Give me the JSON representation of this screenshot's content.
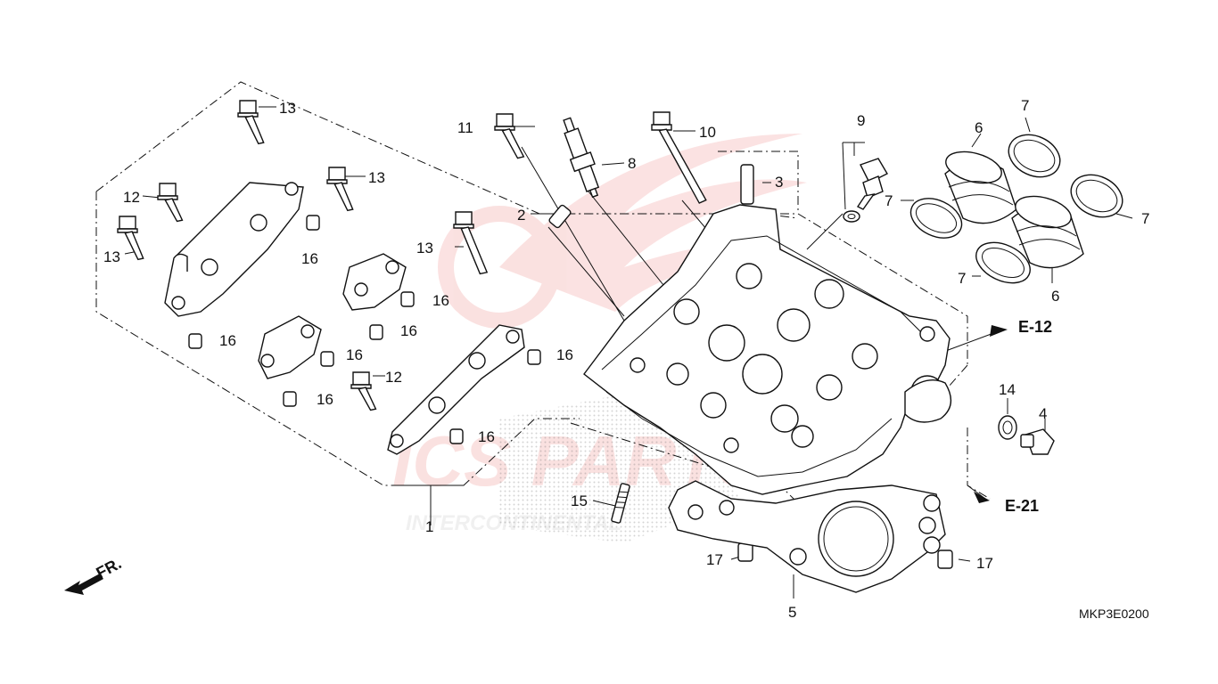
{
  "diagram": {
    "part_labels": [
      "1",
      "2",
      "3",
      "4",
      "5",
      "6",
      "6",
      "7",
      "7",
      "7",
      "7",
      "8",
      "9",
      "10",
      "11",
      "12",
      "12",
      "13",
      "13",
      "13",
      "13",
      "14",
      "15",
      "16",
      "16",
      "16",
      "16",
      "16",
      "16",
      "16",
      "16",
      "17",
      "17"
    ],
    "refs": {
      "e12": "E-12",
      "e21": "E-21"
    },
    "front_label": "FR.",
    "diagram_code": "MKP3E0200",
    "watermark": {
      "line1": "ICS PARTS",
      "line2": "INTERCONTINENTAL"
    },
    "colors": {
      "line": "#111111",
      "watermark": "#e3342f",
      "background": "#ffffff"
    }
  }
}
